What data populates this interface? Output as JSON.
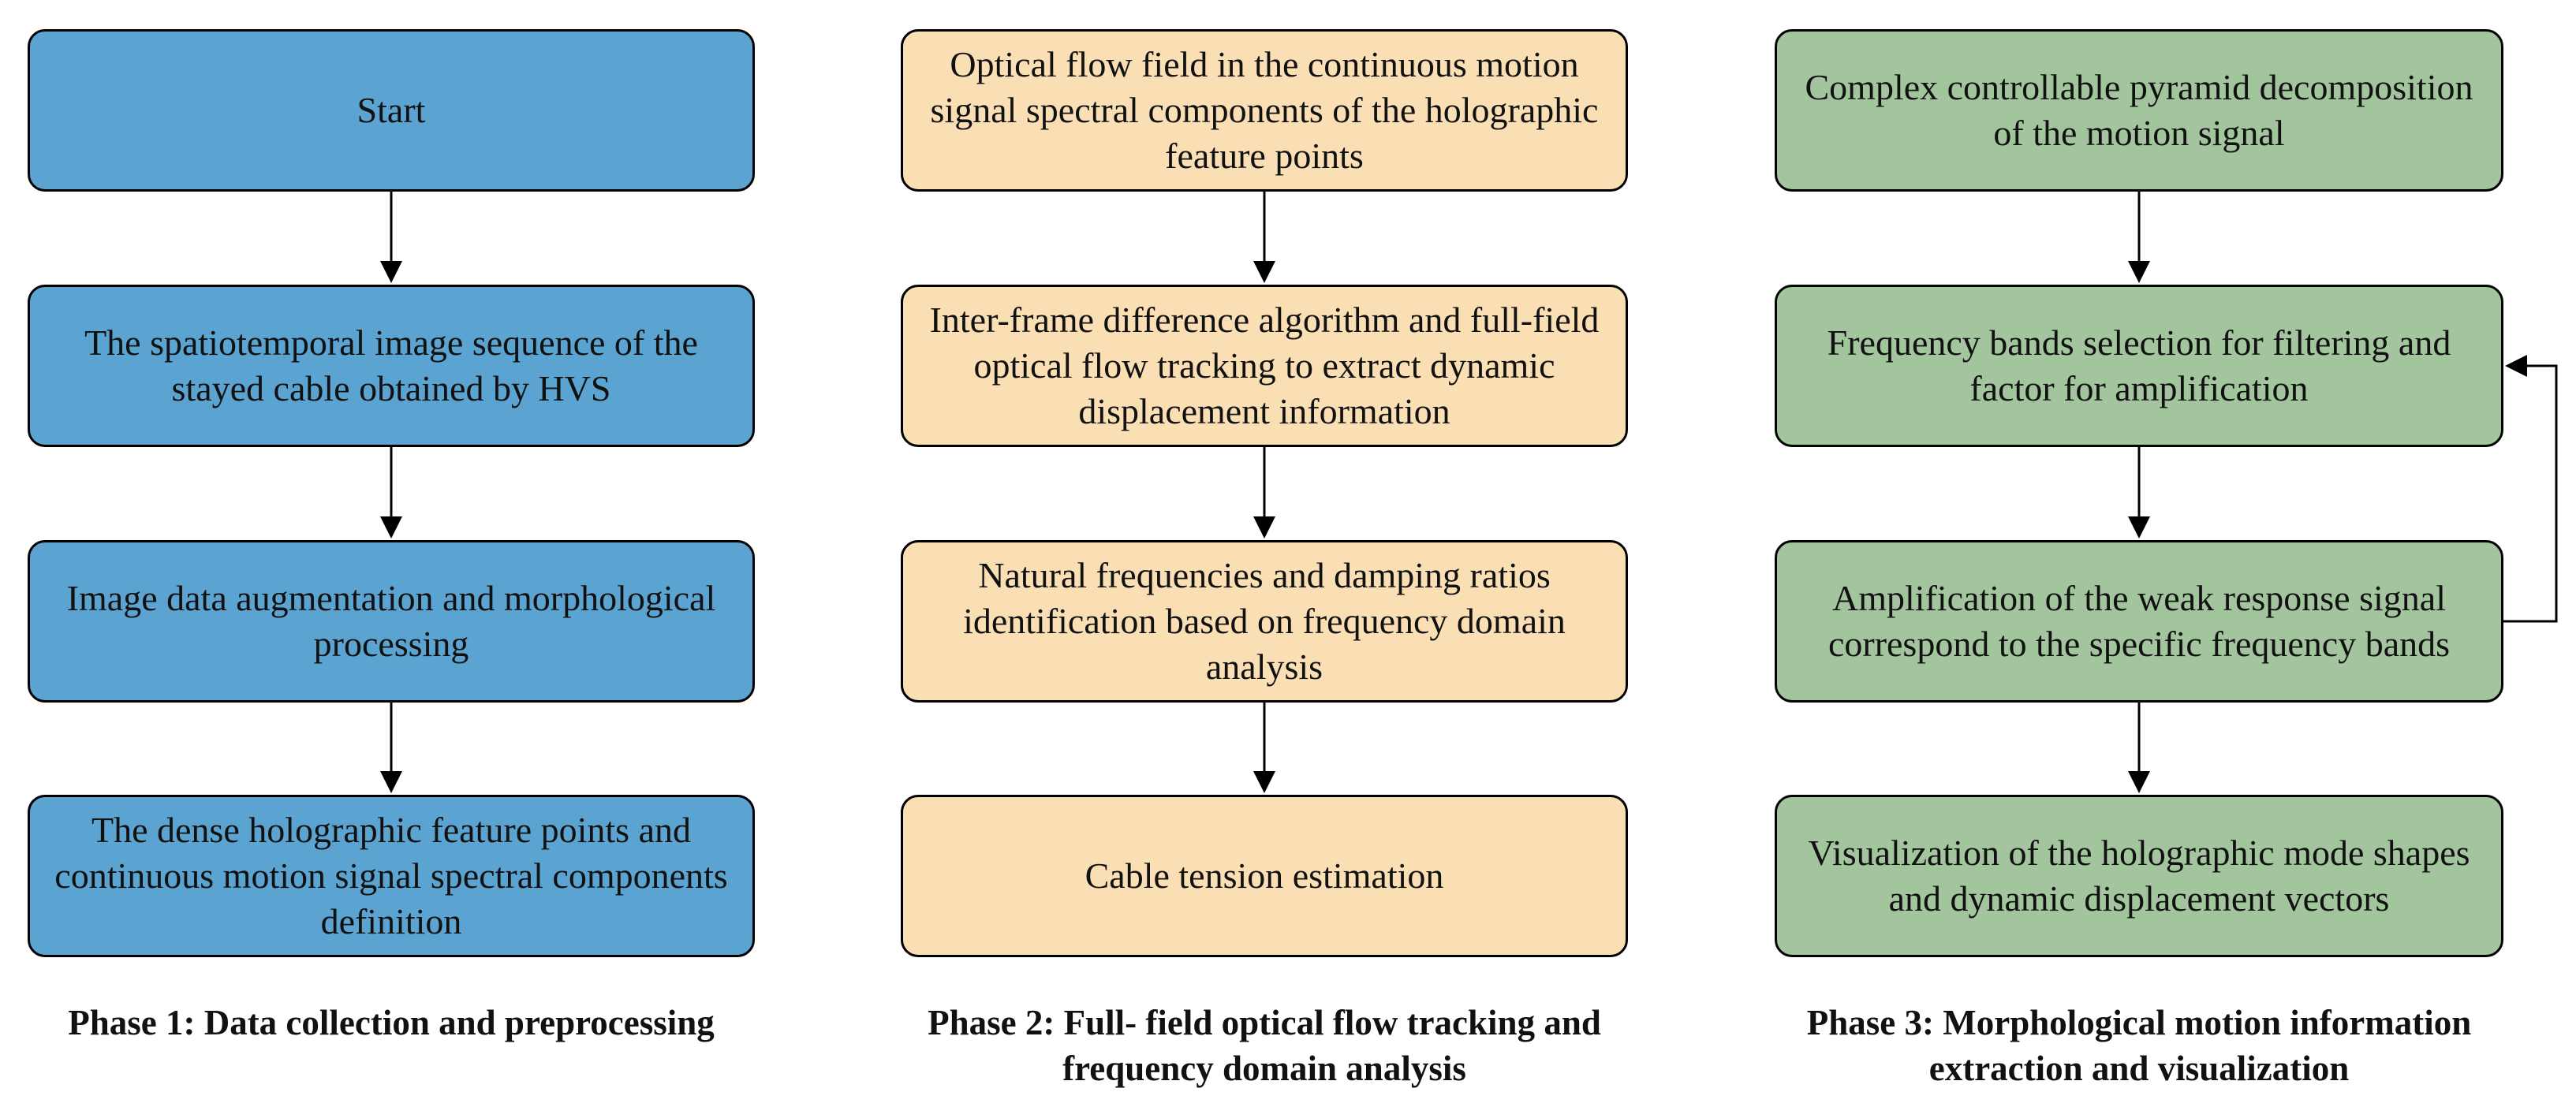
{
  "colors": {
    "phase1": "#5ba3d0",
    "phase2": "#fbdfb4",
    "phase3": "#a3c59e",
    "stroke": "#000000"
  },
  "phase1": {
    "boxes": [
      "Start",
      "The spatiotemporal image sequence of the stayed cable obtained by HVS",
      "Image data  augmentation and morphological processing",
      "The dense holographic feature points and continuous motion signal spectral components definition"
    ],
    "caption": "Phase 1: Data collection and preprocessing"
  },
  "phase2": {
    "boxes": [
      "Optical flow field in the continuous motion signal spectral components of the holographic feature points",
      "Inter-frame difference algorithm and full-field optical flow tracking to extract dynamic displacement information",
      "Natural frequencies and damping ratios identification based on frequency domain analysis",
      "Cable tension estimation"
    ],
    "caption": "Phase 2: Full- field optical flow tracking and frequency domain analysis"
  },
  "phase3": {
    "boxes": [
      "Complex controllable pyramid decomposition of the motion signal",
      "Frequency bands selection for filtering and factor for amplification",
      "Amplification of the weak response signal correspond to the specific frequency bands",
      "Visualization of the holographic mode shapes and dynamic displacement vectors"
    ],
    "caption": "Phase 3: Morphological motion information extraction and  visualization"
  }
}
